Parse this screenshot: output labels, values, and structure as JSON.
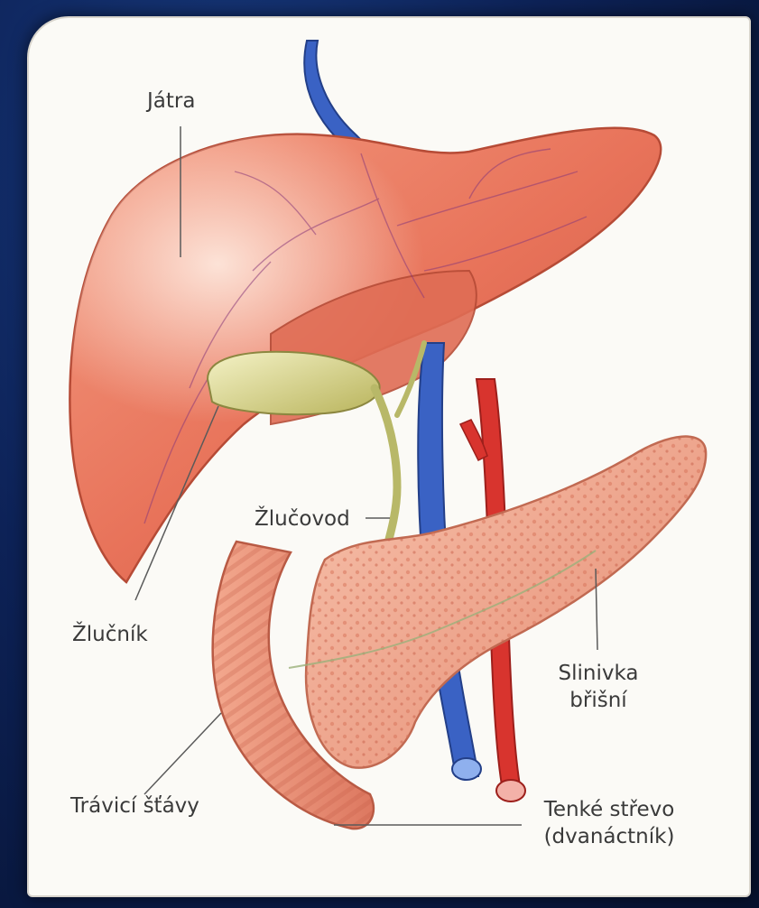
{
  "labels": {
    "liver": "Játra",
    "bile_duct": "Žlučovod",
    "gallbladder": "Žlučník",
    "pancreas_line1": "Slinivka",
    "pancreas_line2": "břišní",
    "digestive_juices": "Trávicí šťávy",
    "intestine_line1": "Tenké střevo",
    "intestine_line2": "(dvanáctník)"
  },
  "colors": {
    "background": "#0d2257",
    "panel": "#fbfaf6",
    "liver": "#e8735a",
    "gallbladder": "#d9d48c",
    "pancreas": "#f0a48a",
    "vein": "#3a62c4",
    "artery": "#d8342e"
  }
}
